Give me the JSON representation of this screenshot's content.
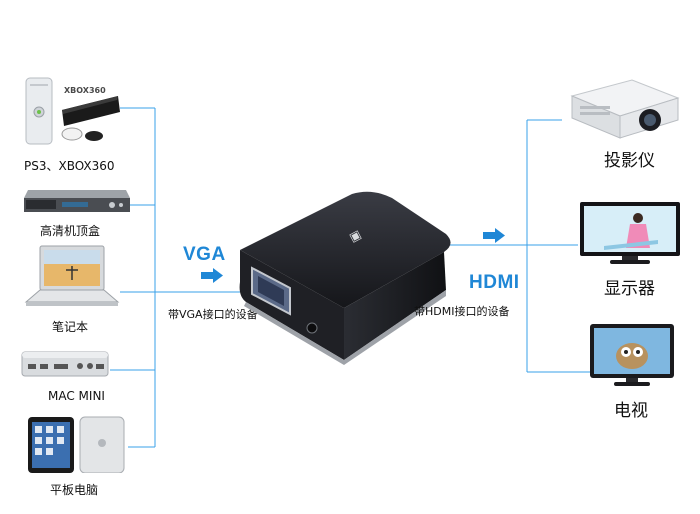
{
  "sources": [
    {
      "label": "PS3、XBOX360",
      "icon": "game-console-icon",
      "badge": "XBOX360"
    },
    {
      "label": "高清机顶盒",
      "icon": "set-top-box-icon"
    },
    {
      "label": "笔记本",
      "icon": "laptop-icon"
    },
    {
      "label": "MAC MINI",
      "icon": "mac-mini-icon"
    },
    {
      "label": "平板电脑",
      "icon": "tablet-icon"
    }
  ],
  "input": {
    "title": "VGA",
    "subtitle": "带VGA接口的设备"
  },
  "output": {
    "title": "HDMI",
    "subtitle": "带HDMI接口的设备"
  },
  "adapter": {
    "icon": "vga-to-hdmi-adapter-icon"
  },
  "targets": [
    {
      "label": "投影仪",
      "icon": "projector-icon"
    },
    {
      "label": "显示器",
      "icon": "monitor-icon"
    },
    {
      "label": "电视",
      "icon": "tv-icon"
    }
  ],
  "colors": {
    "accent": "#1f87d6",
    "line": "#3aa0e8",
    "device": "#1c1d22"
  }
}
